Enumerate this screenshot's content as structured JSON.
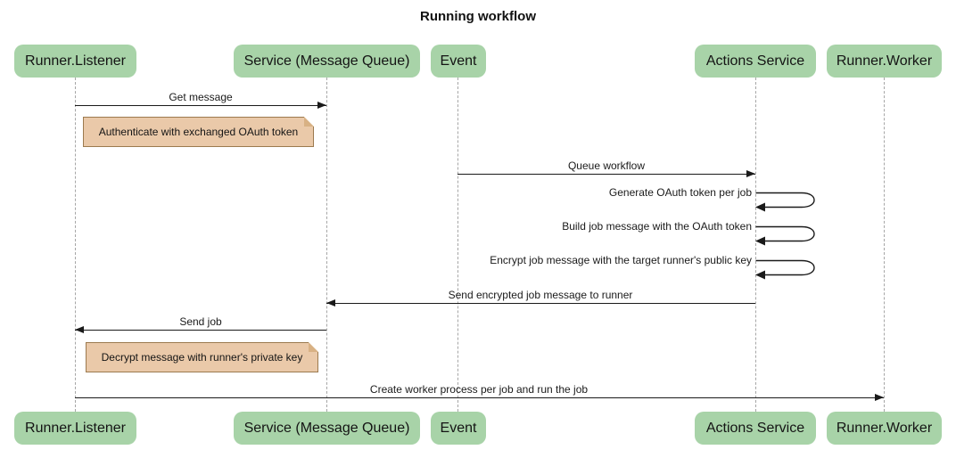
{
  "title": "Running workflow",
  "diagram_type": "sequence",
  "participants": [
    {
      "label": "Runner.Listener"
    },
    {
      "label": "Service (Message Queue)"
    },
    {
      "label": "Event"
    },
    {
      "label": "Actions Service"
    },
    {
      "label": "Runner.Worker"
    }
  ],
  "messages": [
    {
      "label": "Get message",
      "from": "Runner.Listener",
      "to": "Service (Message Queue)",
      "type": "arrow"
    },
    {
      "label": "Queue workflow",
      "from": "Event",
      "to": "Actions Service",
      "type": "arrow"
    },
    {
      "label": "Generate OAuth token per job",
      "from": "Actions Service",
      "to": "Actions Service",
      "type": "self"
    },
    {
      "label": "Build job message with the OAuth token",
      "from": "Actions Service",
      "to": "Actions Service",
      "type": "self"
    },
    {
      "label": "Encrypt job message with the target runner's public key",
      "from": "Actions Service",
      "to": "Actions Service",
      "type": "self"
    },
    {
      "label": "Send encrypted job message to runner",
      "from": "Actions Service",
      "to": "Service (Message Queue)",
      "type": "arrow"
    },
    {
      "label": "Send job",
      "from": "Service (Message Queue)",
      "to": "Runner.Listener",
      "type": "arrow"
    },
    {
      "label": "Create worker process per job and run the job",
      "from": "Runner.Listener",
      "to": "Runner.Worker",
      "type": "arrow"
    }
  ],
  "notes": [
    {
      "label": "Authenticate with exchanged OAuth token",
      "over": "Runner.Listener"
    },
    {
      "label": "Decrypt message with runner's private key",
      "over": "Runner.Listener"
    }
  ],
  "colors": {
    "participant_fill": "#a8d3a8",
    "note_fill": "#eac9a9",
    "note_border": "#9c7a4f",
    "lifeline": "#a6a6a6",
    "arrow": "#1a1a1a",
    "background": "#ffffff"
  }
}
